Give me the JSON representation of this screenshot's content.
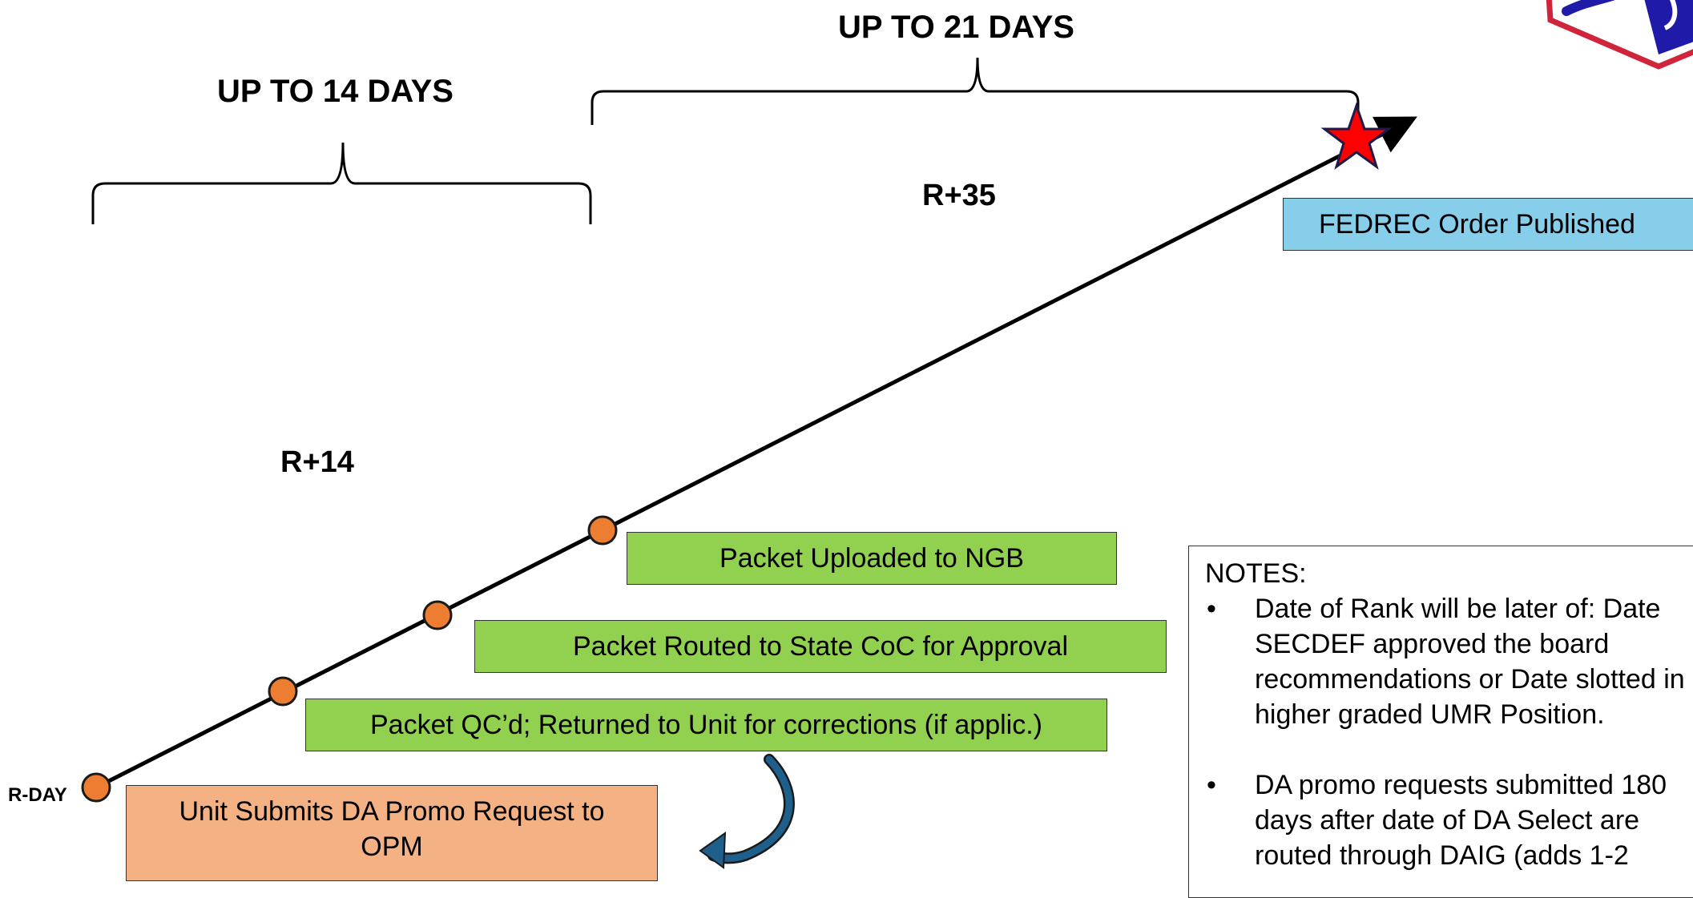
{
  "brackets": {
    "left_label": "UP TO 14 DAYS",
    "right_label": "UP TO 21 DAYS"
  },
  "milestones": {
    "r_day": "R-DAY",
    "r14": "R+14",
    "r35": "R+35"
  },
  "steps": {
    "step1": "Unit Submits DA Promo Request to OPM",
    "step2": "Packet QC’d; Returned to Unit for corrections (if applic.)",
    "step3": "Packet Routed to State CoC for Approval",
    "step4": "Packet Uploaded to NGB",
    "final": "FEDREC Order Published"
  },
  "notes": {
    "heading": "NOTES:",
    "items": [
      "Date of Rank will be later of: Date SECDEF approved the board recommendations or Date slotted in higher graded UMR Position.",
      "DA promo requests submitted 180 days after date of DA Select are routed through DAIG (adds 1-2"
    ]
  },
  "colors": {
    "step_green": "#92d050",
    "final_blue": "#87ceeb",
    "submit_orange": "#f4b183",
    "milestone_dot": "#ed7d31",
    "star_red": "#ff0000",
    "return_arrow": "#1f5f8b",
    "logo_blue": "#1f1aa8",
    "logo_red": "#d0243a"
  }
}
